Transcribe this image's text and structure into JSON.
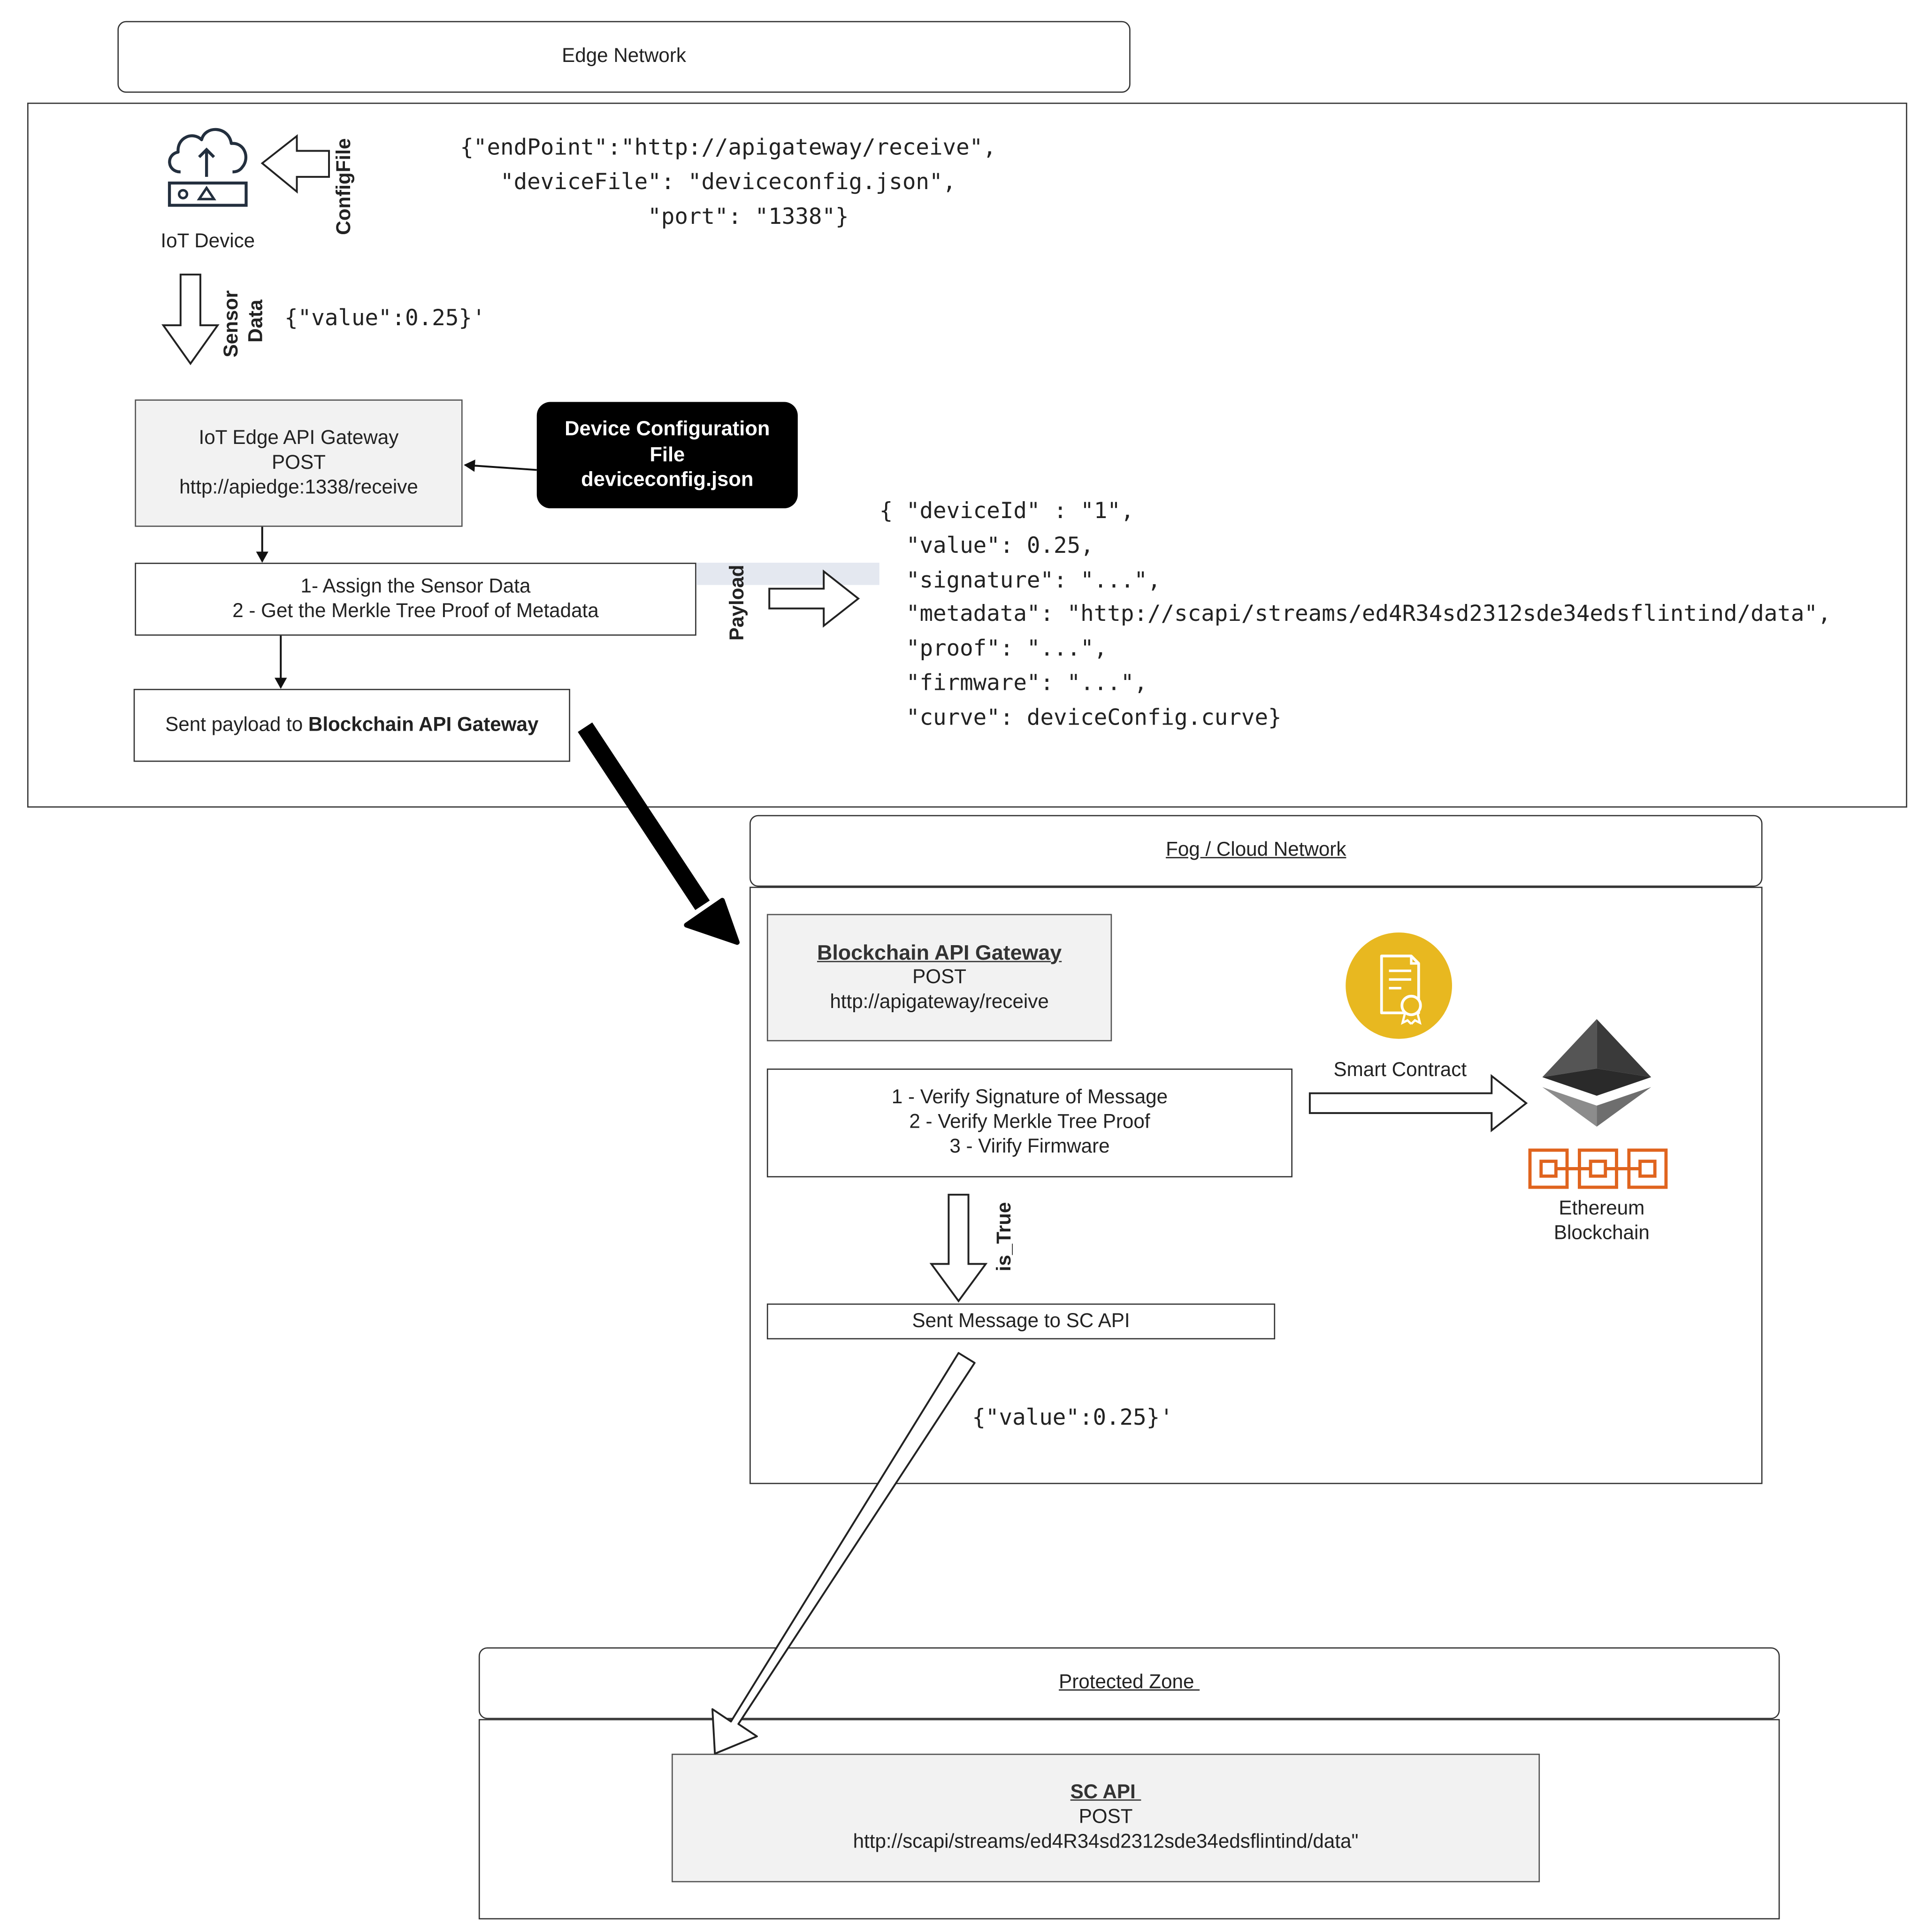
{
  "edge_network": {
    "title": "Edge Network",
    "iot_device_label": "IoT Device",
    "configfile_label": "ConfigFile",
    "config_json": "{\"endPoint\":\"http://apigateway/receive\",\n   \"deviceFile\": \"deviceconfig.json\",\n              \"port\": \"1338\"}",
    "sensor_label_1": "Sensor",
    "sensor_label_2": "Data",
    "sensor_value": "{\"value\":0.25}'",
    "gateway": {
      "line1": "IoT Edge API Gateway",
      "line2": "POST",
      "line3": "http://apiedge:1338/receive"
    },
    "device_config": {
      "line1": "Device Configuration",
      "line2": "File",
      "line3": "deviceconfig.json"
    },
    "steps": {
      "line1": "1- Assign the Sensor Data",
      "line2": "2 - Get the Merkle Tree Proof of Metadata"
    },
    "send": {
      "prefix": "Sent payload to ",
      "bold": "Blockchain API Gateway"
    },
    "payload_label": "Payload",
    "payload_json": "{ \"deviceId\" : \"1\",\n  \"value\": 0.25,\n  \"signature\": \"...\",\n  \"metadata\": \"http://scapi/streams/ed4R34sd2312sde34edsflintind/data\",\n  \"proof\": \"...\",\n  \"firmware\": \"...\",\n  \"curve\": deviceConfig.curve}"
  },
  "fog_network": {
    "title": "Fog / Cloud Network",
    "gateway": {
      "title": "Blockchain API Gateway",
      "line2": "POST",
      "line3": "http://apigateway/receive"
    },
    "verify": {
      "line1": "1 - Verify Signature of Message",
      "line2": "2 - Verify Merkle Tree Proof",
      "line3": "3 - Virify Firmware"
    },
    "smart_contract_label": "Smart Contract",
    "ethereum_line1": "Ethereum",
    "ethereum_line2": "Blockchain",
    "is_true_label": "is_True",
    "send_label": "Sent Message to SC API",
    "value_json": "{\"value\":0.25}'"
  },
  "protected_zone": {
    "title": "Protected Zone ",
    "sc_api": {
      "title": "SC API ",
      "line2": "POST",
      "line3": "http://scapi/streams/ed4R34sd2312sde34edsflintind/data\""
    }
  },
  "colors": {
    "contract_gold": "#e8b820",
    "chain_orange": "#e0641e",
    "eth_dark": "#444444",
    "eth_light": "#8c8c8c",
    "device_config_bg": "#000000"
  }
}
